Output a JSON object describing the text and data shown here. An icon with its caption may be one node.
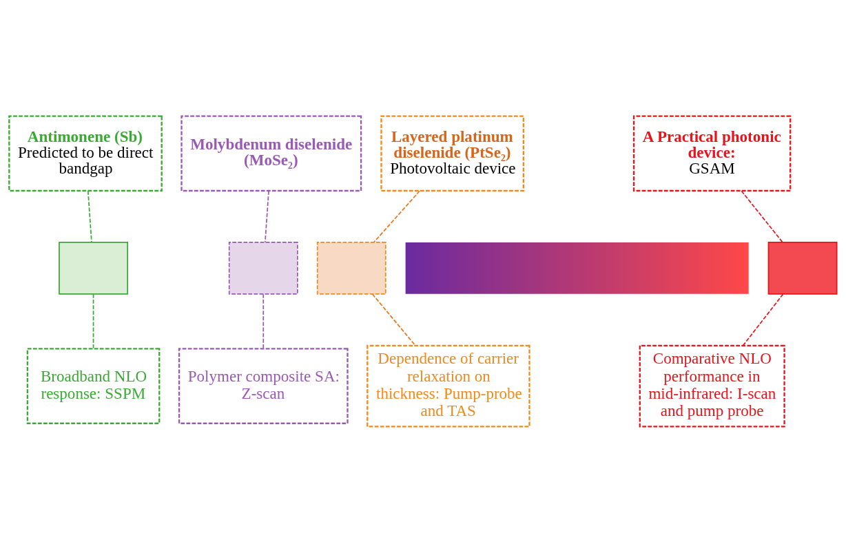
{
  "diagram": {
    "nodes": [
      {
        "text": [
          "Antimonene (Sb)",
          "Predicted to be direct bandgap"
        ]
      },
      {
        "text": [
          "Molybdenum diselenide (MoSe₂)"
        ]
      },
      {
        "text": [
          "Layered platinum diselenide (PtSe₂)",
          "Photovoltaic device"
        ]
      },
      {
        "text": [
          "A Practical photonic device:",
          "GSAM"
        ]
      },
      {
        "text": [],
        "shape": "bar"
      },
      {
        "text": [],
        "shape": "box"
      },
      {
        "text": [],
        "shape": "box"
      },
      {
        "text": [],
        "shape": "box"
      },
      {
        "text": [],
        "shape": "box"
      },
      {
        "text": [
          "Broadband NLO response: SSPM"
        ]
      },
      {
        "text": [
          "Polymer composite SA: Z-scan"
        ]
      },
      {
        "text": [
          "Dependence of carrier relaxation on thickness: Pump-probe and TAS"
        ]
      },
      {
        "text": [
          "Comparative NLO performance in mid-infrared: I-scan and pump probe"
        ]
      }
    ],
    "edges": [
      {
        "from": 0,
        "to": 5,
        "arrow": "none",
        "style": "dashed",
        "color": "#3aaa35"
      },
      {
        "from": 1,
        "to": 6,
        "arrow": "none",
        "style": "dashed",
        "color": "#9b59b6"
      },
      {
        "from": 2,
        "to": 7,
        "arrow": "none",
        "style": "dashed",
        "color": "#e8781a"
      },
      {
        "from": 3,
        "to": 8,
        "arrow": "none",
        "style": "dashed",
        "color": "#e8141c"
      },
      {
        "from": 5,
        "to": 9,
        "arrow": "none",
        "style": "dashed",
        "color": "#3aaa35"
      },
      {
        "from": 6,
        "to": 10,
        "arrow": "none",
        "style": "dashed",
        "color": "#9b59b6"
      },
      {
        "from": 7,
        "to": 11,
        "arrow": "none",
        "style": "dashed",
        "color": "#e8781a"
      },
      {
        "from": 8,
        "to": 12,
        "arrow": "none",
        "style": "dashed",
        "color": "#e8141c"
      }
    ]
  }
}
